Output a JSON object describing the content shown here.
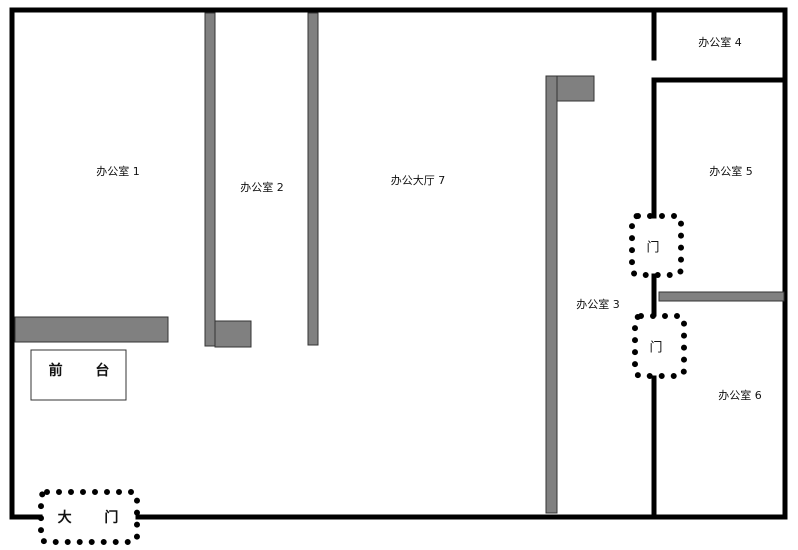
{
  "rooms": {
    "office1": "办公室 1",
    "office2": "办公室 2",
    "hall7": "办公大厅 7",
    "office3": "办公室 3",
    "office4": "办公室 4",
    "office5": "办公室 5",
    "office6": "办公室 6"
  },
  "reception": "前 台",
  "main_door": "大 门",
  "doors": [
    "门",
    "门"
  ],
  "colors": {
    "wall": "#000000",
    "partition": "#808080"
  }
}
